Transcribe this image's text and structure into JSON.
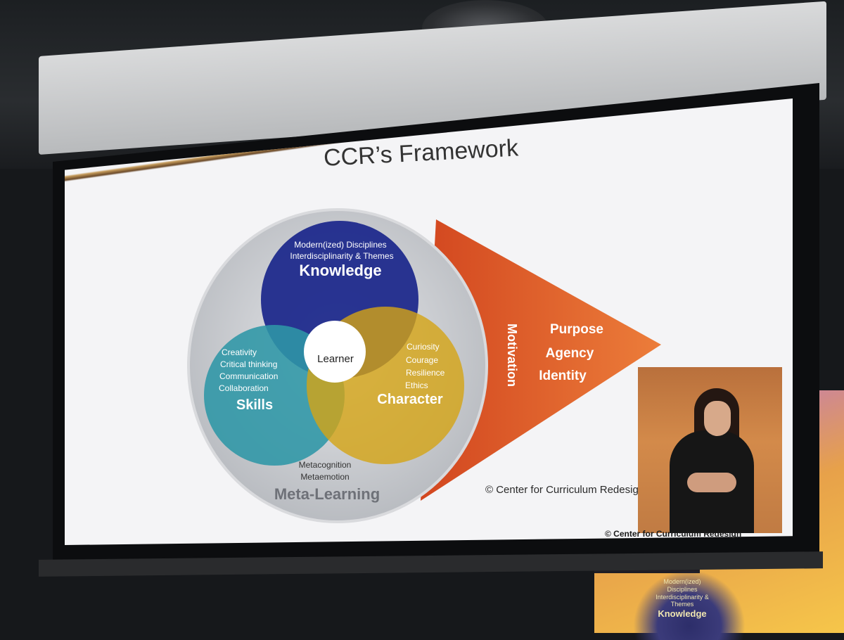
{
  "slide": {
    "title": "CCR’s Framework",
    "copyright": "© Center for Curriculum Redesign"
  },
  "diagram": {
    "center": "Learner",
    "knowledge": {
      "title": "Knowledge",
      "items": [
        "Modern(ized) Disciplines",
        "Interdisciplinarity & Themes"
      ]
    },
    "skills": {
      "title": "Skills",
      "items": [
        "Creativity",
        "Critical thinking",
        "Communication",
        "Collaboration"
      ]
    },
    "character": {
      "title": "Character",
      "items": [
        "Curiosity",
        "Courage",
        "Resilience",
        "Ethics"
      ]
    },
    "meta": {
      "title": "Meta-Learning",
      "items": [
        "Metacognition",
        "Metaemotion"
      ]
    },
    "arrow": {
      "side_label": "Motivation",
      "items": [
        "Purpose",
        "Agency",
        "Identity"
      ]
    },
    "colors": {
      "knowledge": "#1f2a8c",
      "skills": "#2e96a6",
      "character": "#d4a414",
      "overlap_center": "#ffffff",
      "outer_ring": "#c6c8cc",
      "arrow": "#e46b2e"
    }
  },
  "video_overlay": {
    "caption": "© Center for Curriculum Redesign"
  },
  "stage_screen": {
    "items": [
      "Modern(ized) Disciplines",
      "Interdisciplinarity & Themes"
    ],
    "title": "Knowledge"
  }
}
